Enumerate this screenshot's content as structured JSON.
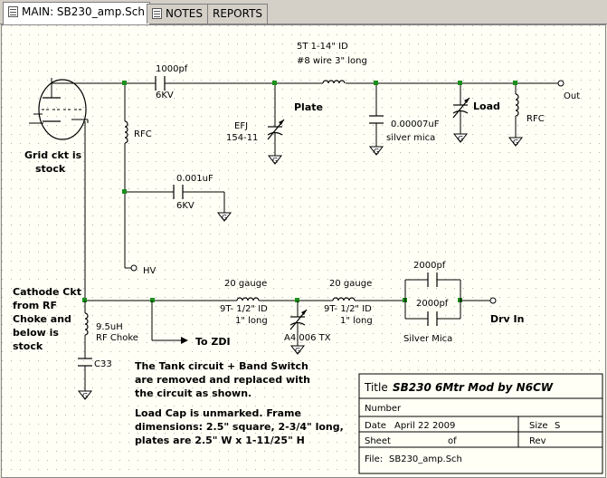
{
  "tabs": [
    {
      "label": "MAIN:  SB230_amp.Sch",
      "active": true
    },
    {
      "label": "NOTES",
      "active": false
    },
    {
      "label": "REPORTS",
      "active": false
    }
  ],
  "labels": {
    "cap_1000pf": "1000pf",
    "cap_1000pf_v": "6KV",
    "coil_5t": "5T 1-14\" ID",
    "coil_5t_wire": "#8 wire 3\" long",
    "out": "Out",
    "plate": "Plate",
    "efj1": "EFJ",
    "efj2": "154-11",
    "load": "Load",
    "cap_00007": "0.00007uF",
    "silver_mica": "silver mica",
    "rfc_right": "RFC",
    "rfc_left": "RFC",
    "grid1": "Grid ckt is",
    "grid2": "stock",
    "cap_001": "0.001uF",
    "cap_001_v": "6KV",
    "hv": "HV",
    "cath1": "Cathode Ckt",
    "cath2": "from RF",
    "cath3": "Choke and",
    "cath4": "below is",
    "cath5": "stock",
    "choke1": "9.5uH",
    "choke2": "RF Choke",
    "c33": "C33",
    "to_zdi": "To ZDI",
    "gauge_a": "20 gauge",
    "coil_a1": "9T- 1/2\" ID",
    "coil_a2": "1\" long",
    "gauge_b": "20 gauge",
    "coil_b1": "9T- 1/2\" ID",
    "coil_b2": "1\" long",
    "a4006": "A4.006 TX",
    "cap_2000a": "2000pf",
    "cap_2000b": "2000pf",
    "silver_mica_b": "Silver Mica",
    "drv_in": "Drv In",
    "note1": "The Tank circuit + Band Switch",
    "note2": "are removed and replaced with",
    "note3": "the circuit as shown.",
    "note4": "Load Cap is unmarked. Frame",
    "note5": "dimensions: 2.5\" square, 2-3/4\" long,",
    "note6": "plates are 2.5\" W x  1-11/25\" H",
    "ground": "G"
  },
  "titleblock": {
    "title_label": "Title",
    "title_value": "SB230 6Mtr Mod by N6CW",
    "number_label": "Number",
    "date_label": "Date",
    "date_value": "April 22 2009",
    "size_label": "Size",
    "size_value": "S",
    "sheet_label": "Sheet",
    "of_label": "of",
    "rev_label": "Rev",
    "file_label": "File:",
    "file_value": "SB230_amp.Sch"
  }
}
